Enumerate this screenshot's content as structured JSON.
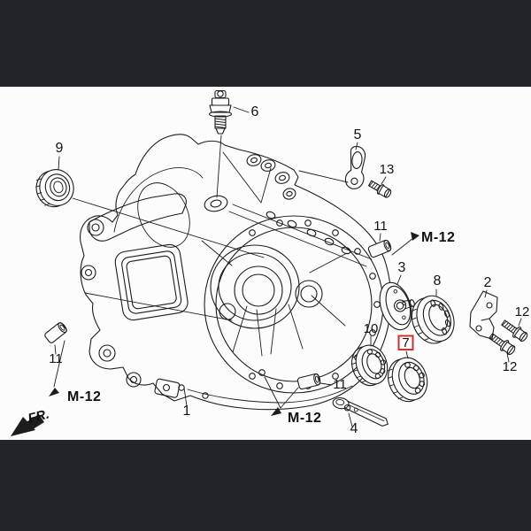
{
  "window": {
    "letterbox_color": "#212529",
    "canvas_color": "#fcfcfc"
  },
  "diagram": {
    "kind": "exploded-parts-line-drawing",
    "line_color": "#1d1d1d",
    "highlight_color": "#cc3333",
    "highlighted_part": "7",
    "callouts": {
      "c1": "1",
      "c2": "2",
      "c3": "3",
      "c4": "4",
      "c5": "5",
      "c6": "6",
      "c7": "7",
      "c8": "8",
      "c9": "9",
      "c10": "10",
      "c11a": "11",
      "c11b": "11",
      "c11c": "11",
      "c12a": "12",
      "c12b": "12",
      "c13": "13"
    },
    "ref_labels": {
      "right": "M-12",
      "bottom": "M-12",
      "left": "M-12"
    },
    "direction_label": "FR."
  }
}
